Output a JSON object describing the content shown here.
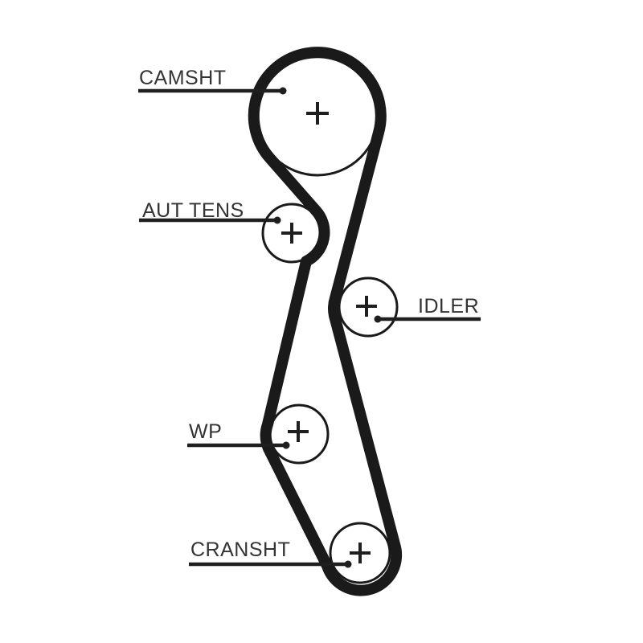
{
  "diagram": {
    "type": "timing-belt-routing-diagram",
    "background": "#ffffff",
    "ink_color": "#1a1a1a",
    "label_color": "#333333",
    "pulleys": [
      {
        "id": "camshaft",
        "label": "CAMSHT",
        "mark": "plus"
      },
      {
        "id": "automatic-tensioner",
        "label": "AUT TENS",
        "mark": "plus"
      },
      {
        "id": "idler",
        "label": "IDLER",
        "mark": "plus"
      },
      {
        "id": "water-pump",
        "label": "WP",
        "mark": "plus"
      },
      {
        "id": "crankshaft",
        "label": "CRANSHT",
        "mark": "plus"
      }
    ]
  }
}
